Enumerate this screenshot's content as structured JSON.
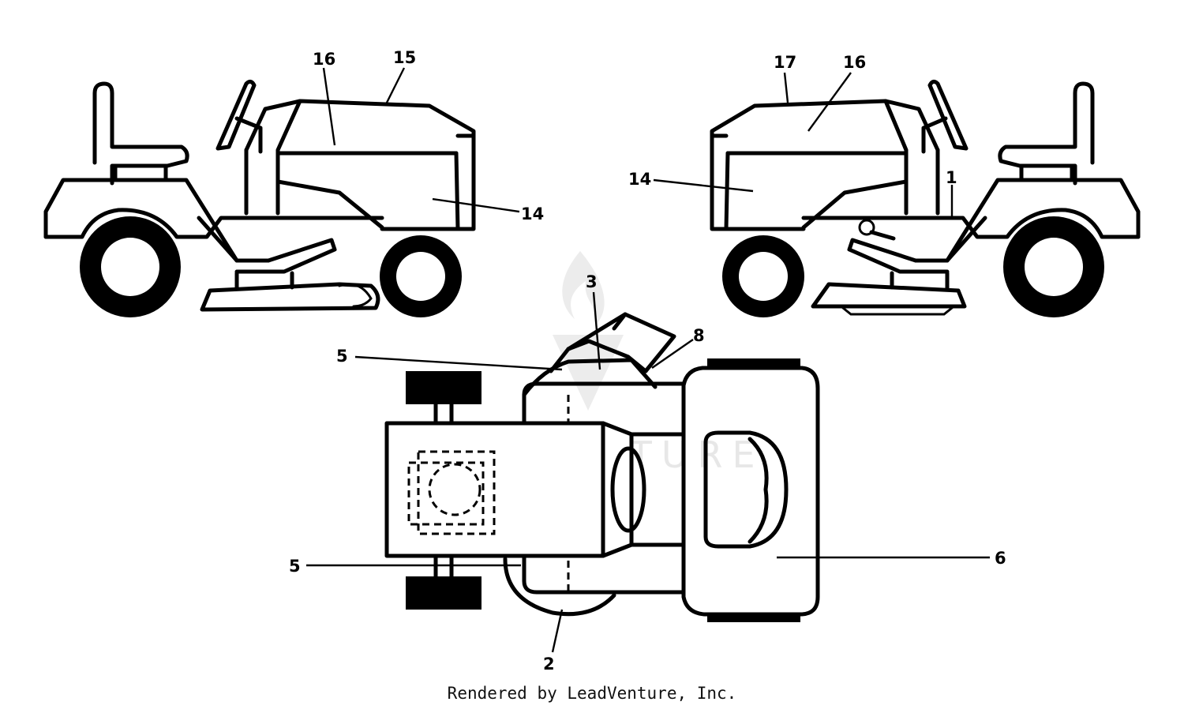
{
  "watermark": {
    "text": "LEADVENTURE"
  },
  "callouts": {
    "left_view": {
      "c16": "16",
      "c15": "15",
      "c14": "14"
    },
    "right_view": {
      "c17": "17",
      "c16": "16",
      "c14": "14",
      "c1": "1"
    },
    "top_view": {
      "c3": "3",
      "c8": "8",
      "c5a": "5",
      "c5b": "5",
      "c6": "6",
      "c2": "2"
    }
  },
  "footer": {
    "text": "Rendered by LeadVenture, Inc."
  }
}
